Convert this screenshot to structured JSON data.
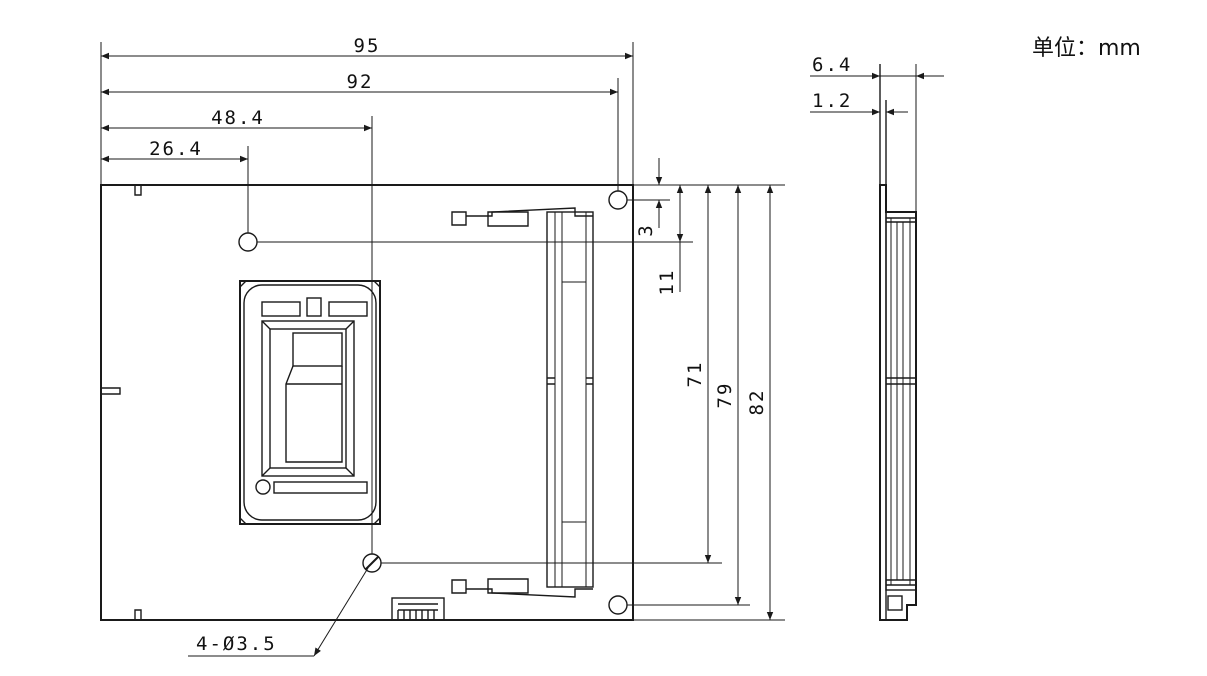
{
  "unit_label": "单位：mm",
  "dimensions": {
    "width_95": "95",
    "width_92": "92",
    "width_48_4": "48.4",
    "width_26_4": "26.4",
    "height_3": "3",
    "height_11": "11",
    "height_71": "71",
    "height_79": "79",
    "height_82": "82",
    "thickness_6_4": "6.4",
    "thickness_1_2": "1.2",
    "hole_callout": "4-Ø3.5"
  }
}
